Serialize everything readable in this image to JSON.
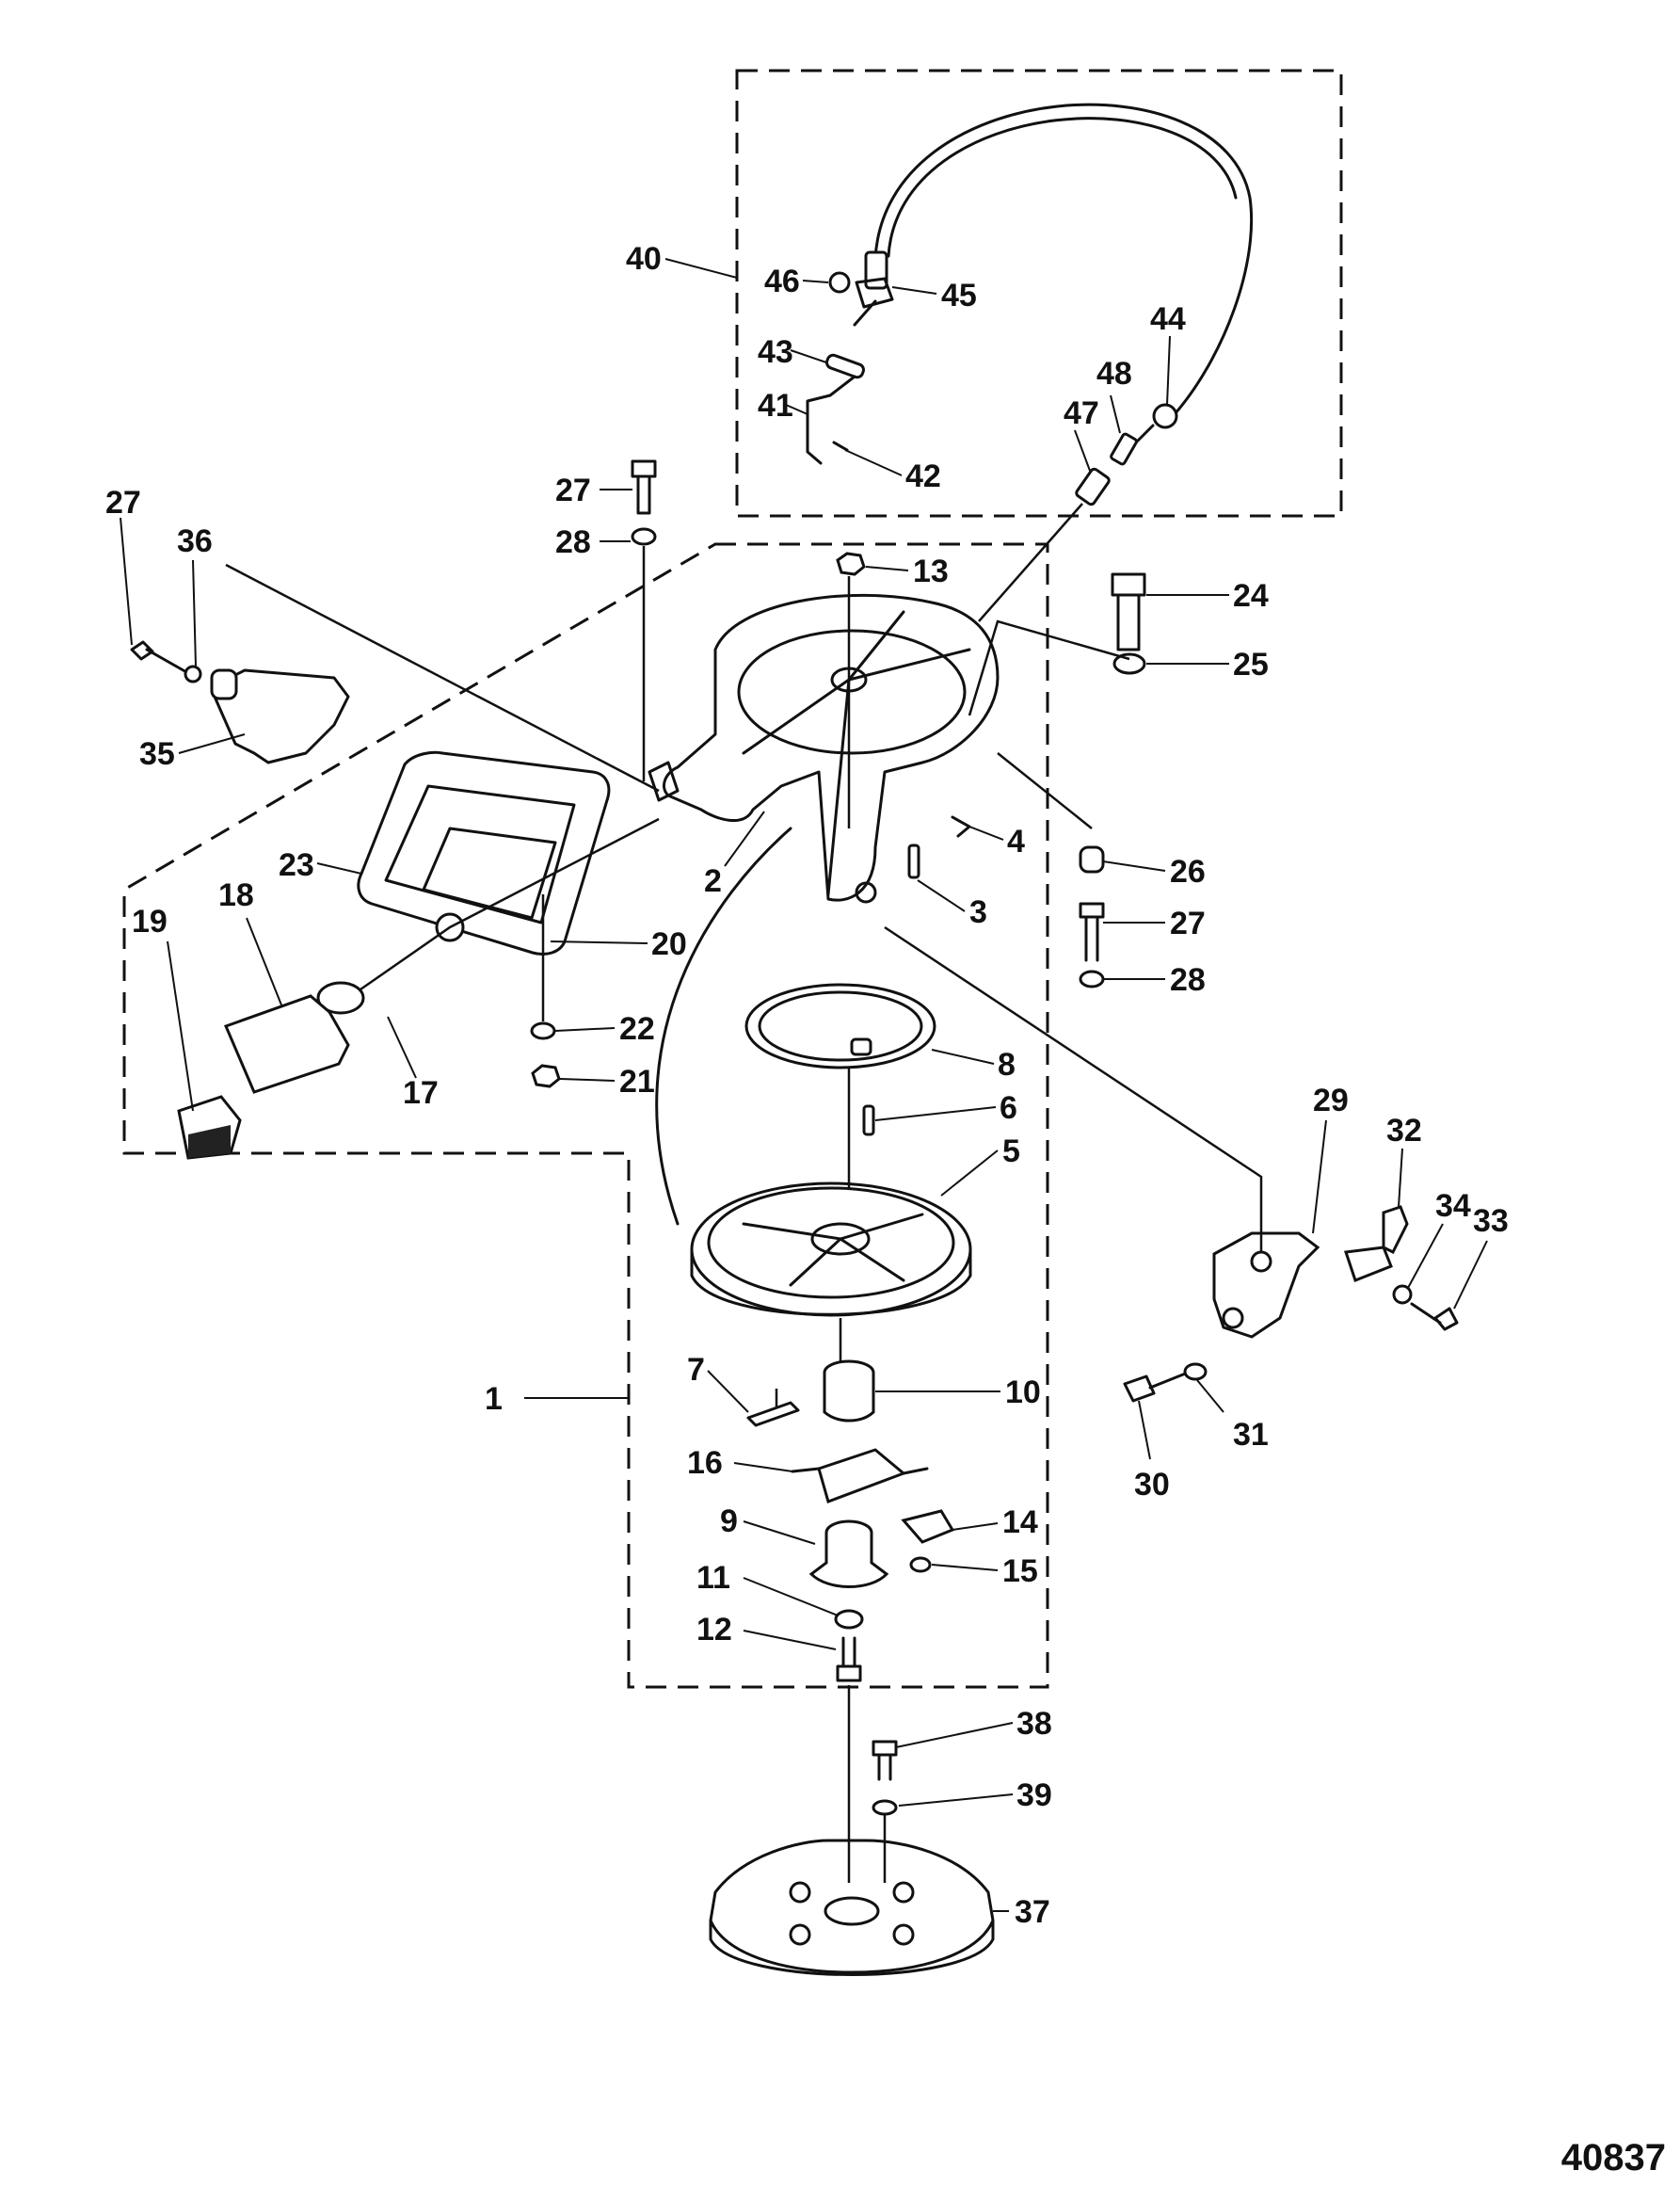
{
  "callouts": {
    "c1": "1",
    "c2": "2",
    "c3": "3",
    "c4": "4",
    "c5": "5",
    "c6": "6",
    "c7": "7",
    "c8": "8",
    "c9": "9",
    "c10": "10",
    "c11": "11",
    "c12": "12",
    "c13": "13",
    "c14": "14",
    "c15": "15",
    "c16": "16",
    "c17": "17",
    "c18": "18",
    "c19": "19",
    "c20": "20",
    "c21": "21",
    "c22": "22",
    "c23": "23",
    "c24": "24",
    "c25": "25",
    "c26": "26",
    "c27a": "27",
    "c27b": "27",
    "c27c": "27",
    "c28a": "28",
    "c28b": "28",
    "c29": "29",
    "c30": "30",
    "c31": "31",
    "c32": "32",
    "c33": "33",
    "c34": "34",
    "c35": "35",
    "c36": "36",
    "c37": "37",
    "c38": "38",
    "c39": "39",
    "c40": "40",
    "c41": "41",
    "c42": "42",
    "c43": "43",
    "c44": "44",
    "c45": "45",
    "c46": "46",
    "c47": "47",
    "c48": "48"
  },
  "drawing_number": "40837"
}
